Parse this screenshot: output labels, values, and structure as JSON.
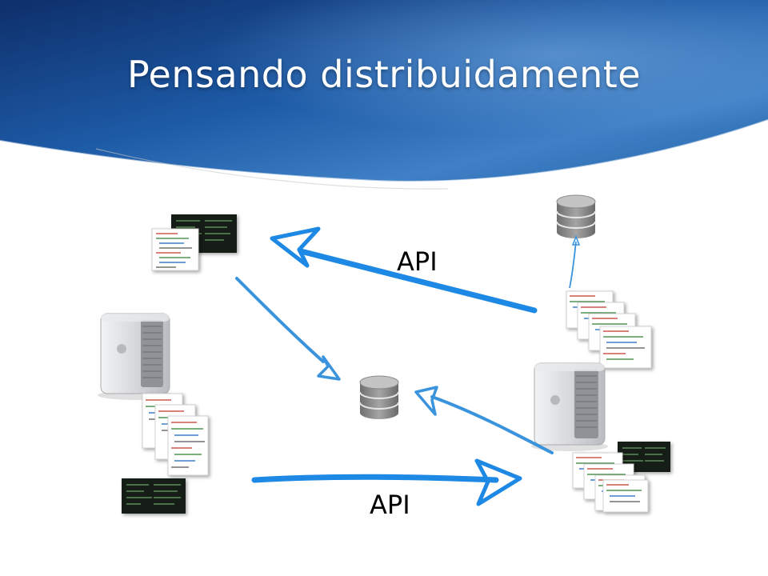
{
  "slide": {
    "title": "Pensando distribuidamente",
    "api_label_top": "API",
    "api_label_bottom": "API"
  },
  "colors": {
    "header_dark": "#0e2f6a",
    "header_mid": "#1d5aa6",
    "header_light": "#4f8fd0",
    "arrow": "#1e88e5",
    "arrow_thin": "#3a93dd",
    "db_body": "#8a8a8a",
    "db_top": "#bdbdbd",
    "terminal_bg": "#141a14",
    "terminal_text": "#7cc47c",
    "code_bg": "#ffffff",
    "server_body": "#d4d6d9"
  },
  "icons": {
    "database": "database-icon",
    "server": "mac-pro-server-icon",
    "code_document": "code-document-icon",
    "terminal_window": "terminal-window-icon"
  }
}
